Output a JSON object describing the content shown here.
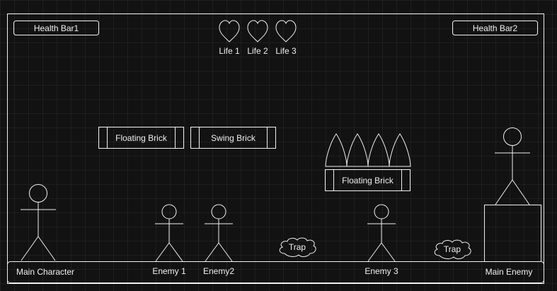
{
  "hud": {
    "health_bar_1": "Health Bar1",
    "health_bar_2": "Health Bar2",
    "lives": [
      "Life 1",
      "Life 2",
      "Life 3"
    ]
  },
  "bricks": {
    "floating_left": "Floating Brick",
    "swing": "Swing Brick",
    "floating_spiked": "Floating Brick"
  },
  "traps": [
    "Trap",
    "Trap"
  ],
  "characters": {
    "main_character": "Main Character",
    "enemy_1": "Enemy 1",
    "enemy_2": "Enemy2",
    "enemy_3": "Enemy 3",
    "main_enemy": "Main Enemy"
  }
}
